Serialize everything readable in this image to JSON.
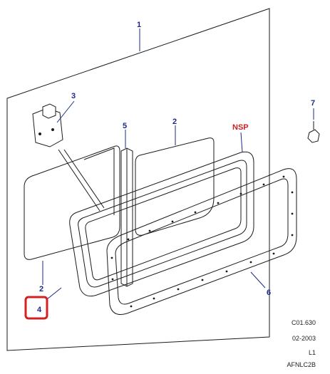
{
  "callouts": {
    "c1": "1",
    "c2_top": "2",
    "c2_left": "2",
    "c3": "3",
    "c4": "4",
    "c5": "5",
    "c6": "6",
    "c7": "7",
    "nsp": "NSP"
  },
  "meta": {
    "code": "C01.630",
    "date": "02-2003",
    "level": "L1",
    "ref": "AFNLC2B"
  },
  "colors": {
    "callout": "#1a2a8a",
    "nsp": "#cc1f1f",
    "highlight": "#d42020",
    "line": "#1b1b1b"
  }
}
